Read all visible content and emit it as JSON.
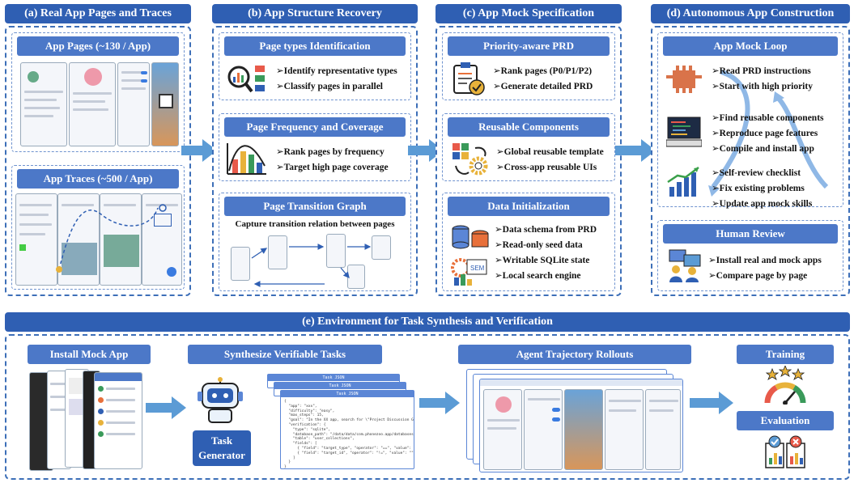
{
  "panels": {
    "a": {
      "title": "(a) Real App Pages and Traces",
      "pages_title": "App Pages  (~130 / App)",
      "traces_title": "App Traces (~500 / App)"
    },
    "b": {
      "title": "(b) App Structure Recovery",
      "s1": {
        "title": "Page types Identification",
        "items": [
          "Identify representative types",
          "Classify pages in parallel"
        ]
      },
      "s2": {
        "title": "Page Frequency and Coverage",
        "items": [
          "Rank pages by frequency",
          "Target high page coverage"
        ]
      },
      "s3": {
        "title": "Page Transition Graph",
        "caption": "Capture transition relation between pages"
      }
    },
    "c": {
      "title": "(c) App Mock Specification",
      "s1": {
        "title": "Priority-aware PRD",
        "items": [
          "Rank pages (P0/P1/P2)",
          "Generate detailed PRD"
        ]
      },
      "s2": {
        "title": "Reusable Components",
        "items": [
          "Global reusable template",
          "Cross-app reusable UIs"
        ]
      },
      "s3": {
        "title": "Data Initialization",
        "items": [
          "Data schema from PRD",
          "Read-only seed data",
          "Writable SQLite state",
          "Local search engine"
        ]
      }
    },
    "d": {
      "title": "(d) Autonomous App Construction",
      "s1": {
        "title": "App Mock Loop",
        "g1": [
          "Read PRD instructions",
          "Start with high priority"
        ],
        "g2": [
          "Find reusable components",
          "Reproduce page features",
          "Compile and install app"
        ],
        "g3": [
          "Self-review checklist",
          "Fix existing problems",
          "Update app mock skills"
        ]
      },
      "s2": {
        "title": "Human Review",
        "items": [
          "Install real and mock apps",
          "Compare page by page"
        ]
      }
    },
    "e": {
      "title": "(e) Environment for Task Synthesis and Verification",
      "install": "Install Mock App",
      "synth": "Synthesize Verifiable Tasks",
      "generator": "Task Generator",
      "rollouts": "Agent Trajectory Rollouts",
      "training": "Training",
      "evaluation": "Evaluation",
      "json_label": "Task JSON",
      "json_lines": [
        "{",
        "  \"app\": \"xxx\",",
        "  \"difficulty\": \"easy\",",
        "  \"max_steps\": 15,",
        "  \"goal\": \"In the XX app, search for \\\"Project Discussion Group\\\" and tap Favorite.\",",
        "  \"verification\": {",
        "    \"type\": \"sqlite\",",
        "    \"database_path\": \"/data/data/com.phonezoo.app/databases/app.db\",",
        "    \"table\": \"user_collections\",",
        "    \"fields\": [",
        "      { \"field\": \"target_type\", \"operator\": \"==\", \"value\": \"group\" },",
        "      { \"field\": \"target_id\", \"operator\": \"!=\", \"value\": \"\" }",
        "    ]",
        "  }",
        "}"
      ]
    }
  },
  "colors": {
    "primary": "#2f5fb3",
    "accent": "#4c78c8",
    "arrow": "#5b9bd5"
  }
}
